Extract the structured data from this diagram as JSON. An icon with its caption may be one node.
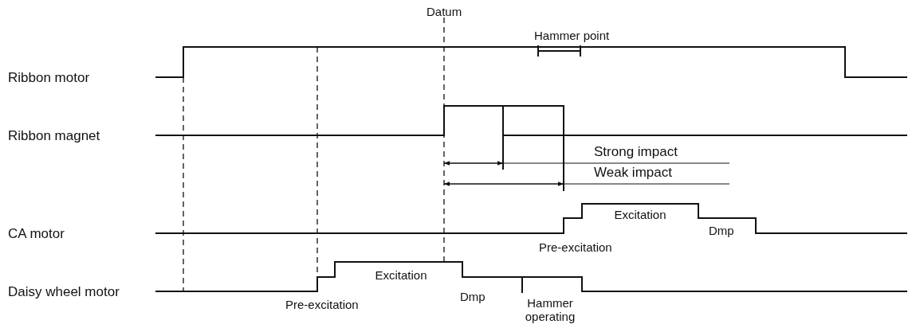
{
  "diagram": {
    "labels": [
      "Datum",
      "Ribbon motor",
      "Hammer point",
      "Ribbon magnet",
      "Strong impact",
      "Weak impact",
      "CA motor",
      "Excitation",
      "Dmp",
      "Pre-excitation",
      "Daisy wheel motor",
      "Excitation",
      "Pre-excitation",
      "Dmp",
      "Hammer operating"
    ]
  }
}
